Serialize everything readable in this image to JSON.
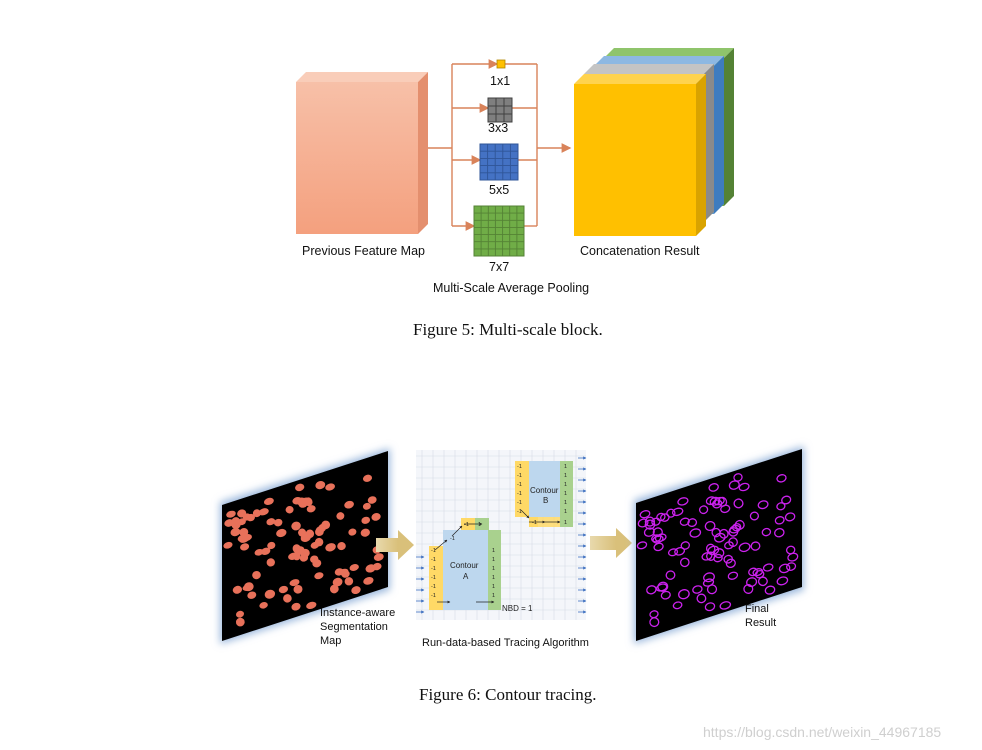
{
  "figure5": {
    "labels": {
      "prev": "Previous Feature Map",
      "concat": "Concatenation Result",
      "pool": "Multi-Scale Average Pooling",
      "k1": "1x1",
      "k3": "3x3",
      "k5": "5x5",
      "k7": "7x7"
    },
    "caption": "Figure 5: Multi-scale block."
  },
  "figure6": {
    "labels": {
      "seg": [
        "Instance-aware",
        "Segmentation",
        "Map"
      ],
      "tracing": "Run-data-based Tracing Algorithm",
      "final": [
        "Final",
        "Result"
      ],
      "contour_a": [
        "Contour",
        "A"
      ],
      "contour_b": [
        "Contour",
        "B"
      ],
      "nbd": "NBD = 1"
    },
    "caption": "Figure 6: Contour tracing."
  },
  "colors": {
    "feature_map": "#f6ad8e",
    "concat_front": "#ffc000",
    "layer_blue": "#5b9bd5",
    "layer_green": "#70ad47",
    "layer_gray": "#a5a5a5",
    "arrow": "#d9835a",
    "instance_fill": "#e8715a",
    "contour_stroke": "#cc22ee",
    "grid_yellow": "#ffd966",
    "grid_green": "#a9d18e",
    "grid_blue": "#bdd7ee"
  },
  "watermark": "https://blog.csdn.net/weixin_44967185"
}
